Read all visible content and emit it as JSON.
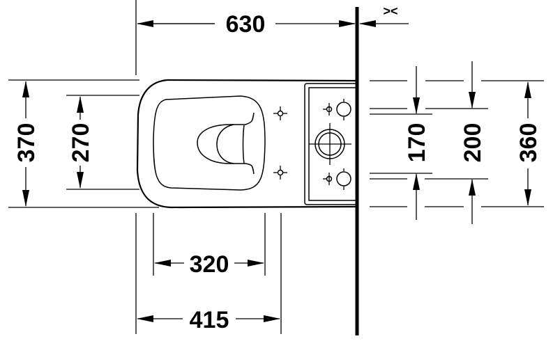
{
  "dimensions": {
    "depth": "630",
    "wall_gap_symbol": "><",
    "overall_width": "370",
    "seat_width": "270",
    "seat_length": "320",
    "front_to_fixing": "415",
    "supply_spacing_170": "170",
    "supply_spacing_200": "200",
    "cistern_width": "360"
  },
  "colors": {
    "line": "#000000",
    "background": "#ffffff"
  }
}
